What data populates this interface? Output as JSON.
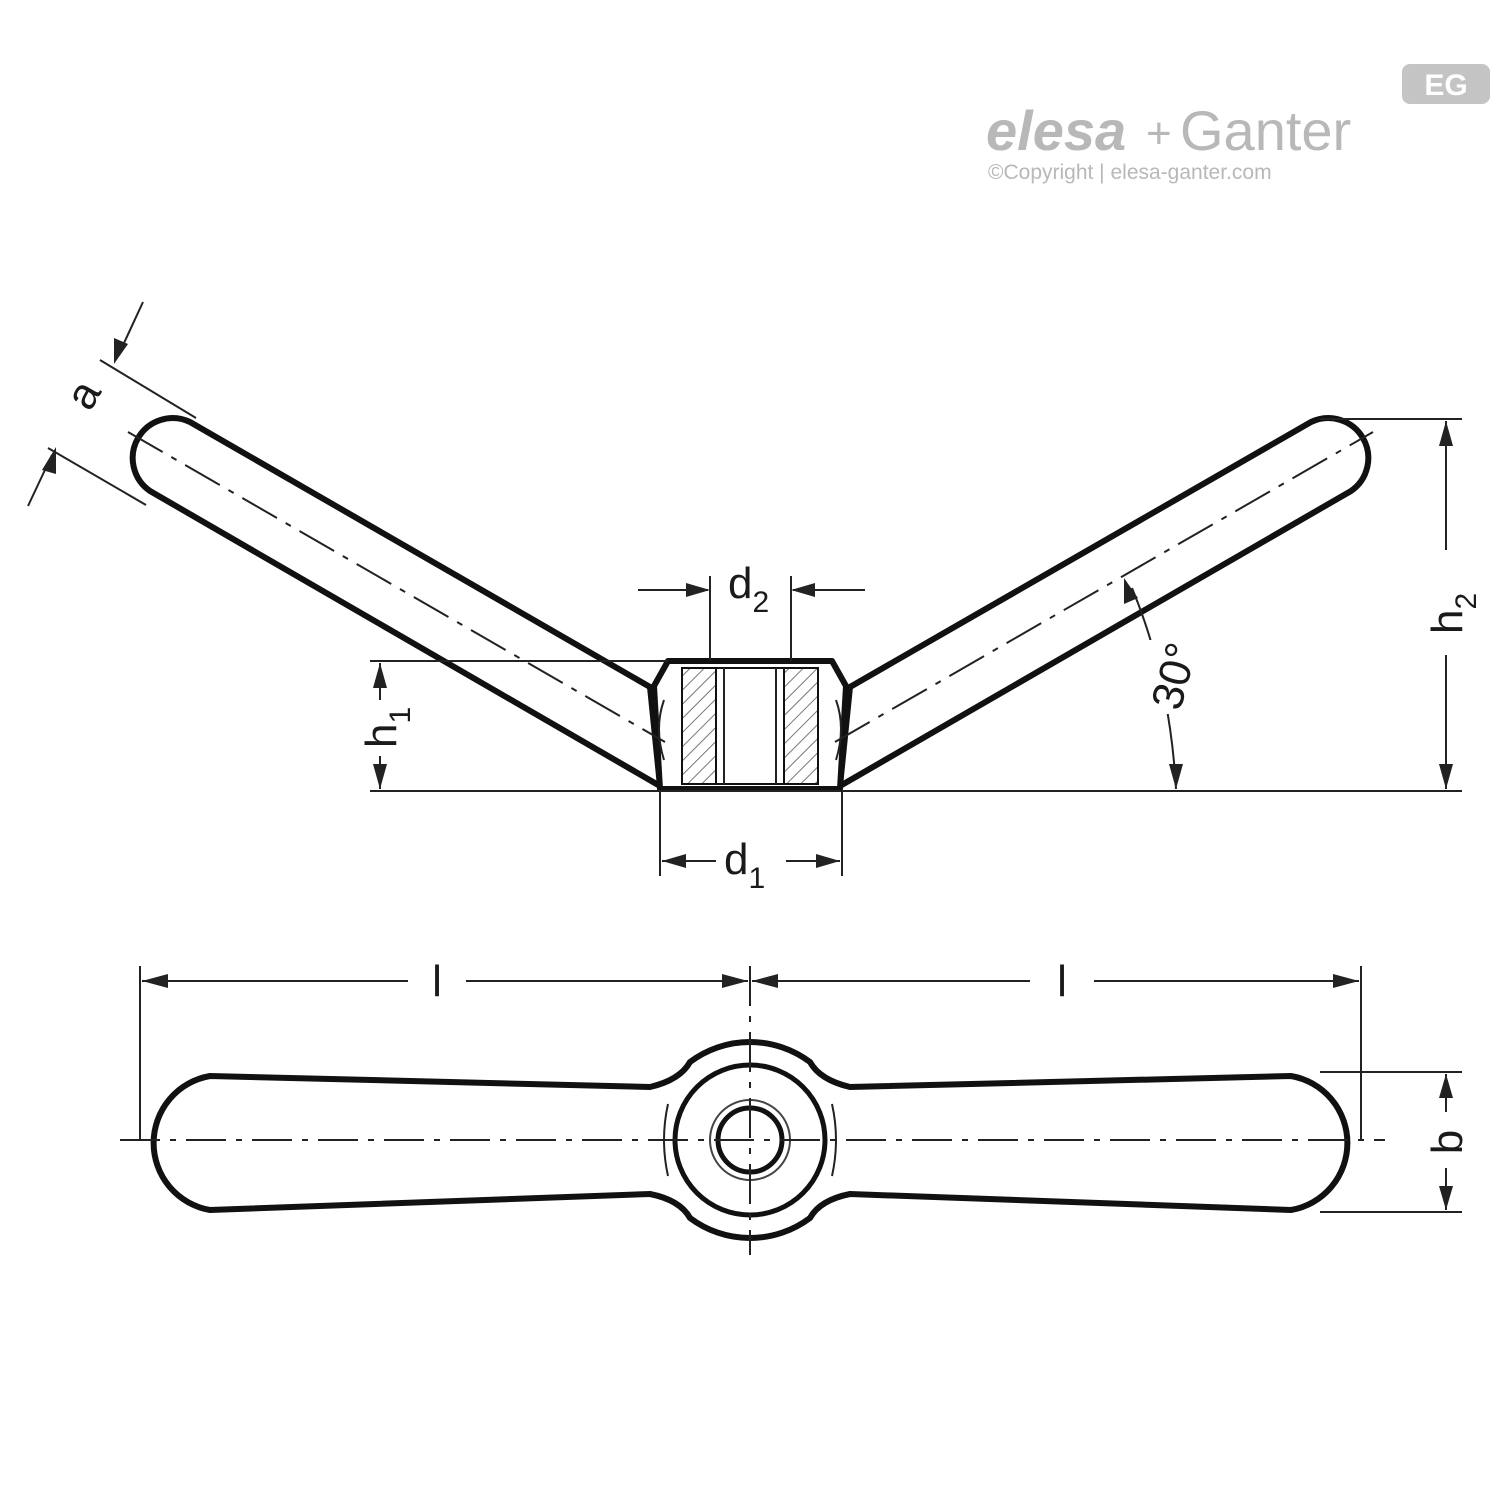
{
  "logo": {
    "badge": "EG",
    "brand_left": "elesa",
    "brand_plus": "+",
    "brand_right": "Ganter",
    "copyright": "©Copyright | elesa-ganter.com"
  },
  "dimensions": {
    "a": "a",
    "d2_main": "d",
    "d2_sub": "2",
    "h1_main": "h",
    "h1_sub": "1",
    "h2_main": "h",
    "h2_sub": "2",
    "angle": "30°",
    "d1_main": "d",
    "d1_sub": "1",
    "l_left": "l",
    "l_right": "l",
    "b": "b"
  },
  "colors": {
    "line": "#111111",
    "logo": "#b8b8b8"
  }
}
